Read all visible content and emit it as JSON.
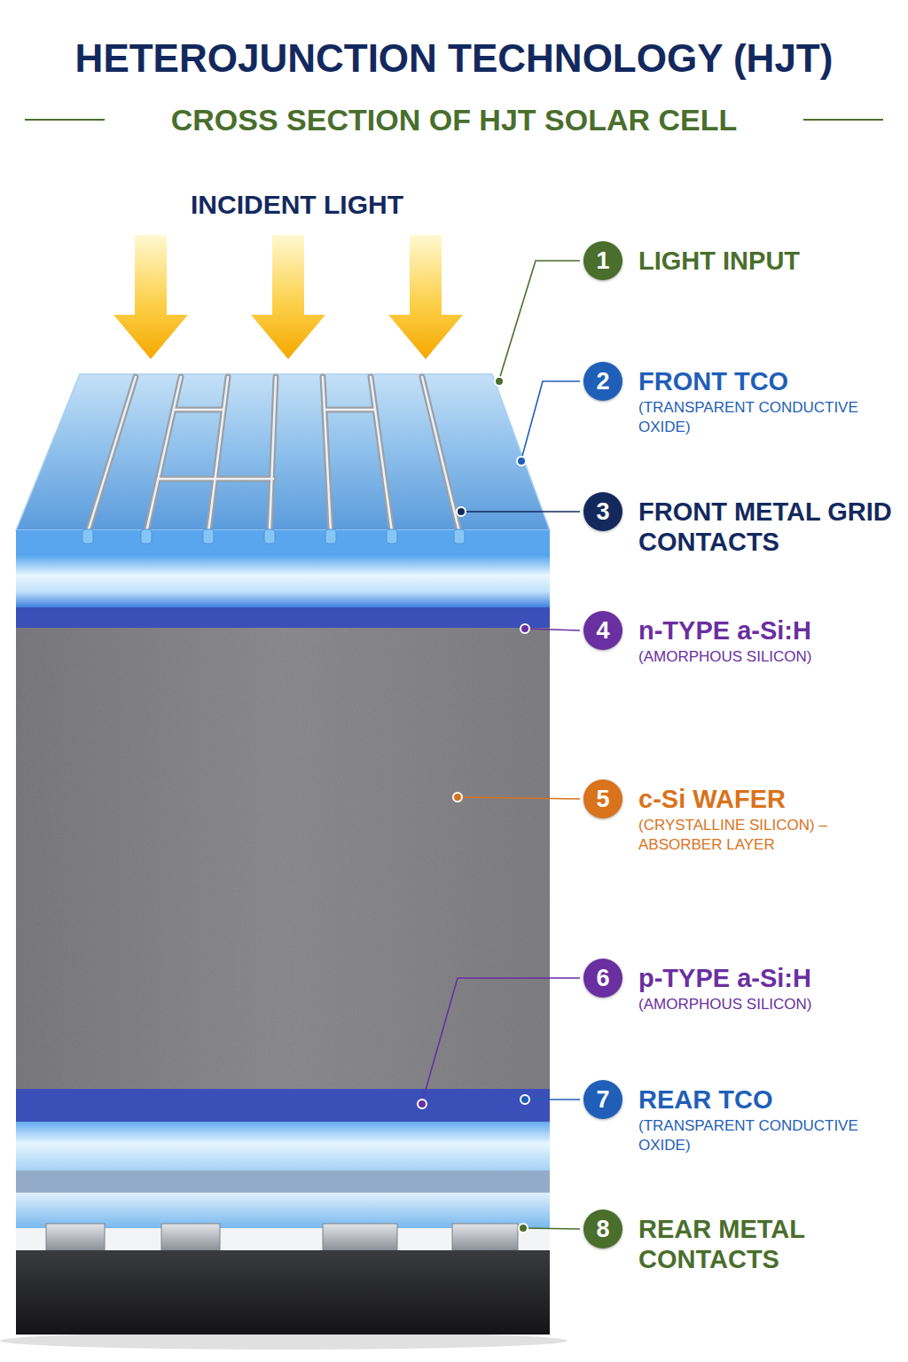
{
  "diagram": {
    "title": "HETEROJUNCTION TECHNOLOGY (HJT)",
    "nodes": [
      {
        "text": [
          "1",
          "LIGHT INPUT"
        ]
      },
      {
        "text": [
          "2",
          "FRONT TCO",
          "(TRANSPARENT CONDUCTIVE OXIDE)"
        ]
      },
      {
        "text": [
          "3",
          "FRONT METAL GRID CONTACTS"
        ]
      },
      {
        "text": [
          "4",
          "n-TYPE a-Si:H",
          "(AMORPHOUS SILICON)"
        ]
      },
      {
        "text": [
          "5",
          "c-Si WAFER",
          "(CRYSTALLINE SILICON) – ABSORBER LAYER"
        ]
      },
      {
        "text": [
          "6",
          "p-TYPE a-Si:H",
          "(AMORPHOUS SILICON)"
        ]
      },
      {
        "text": [
          "7",
          "REAR TCO",
          "(TRANSPARENT CONDUCTIVE OXIDE)"
        ]
      },
      {
        "text": [
          "8",
          "REAR METAL CONTACTS"
        ]
      }
    ],
    "labels": [
      "CROSS SECTION OF HJT SOLAR CELL",
      "INCIDENT LIGHT"
    ]
  }
}
